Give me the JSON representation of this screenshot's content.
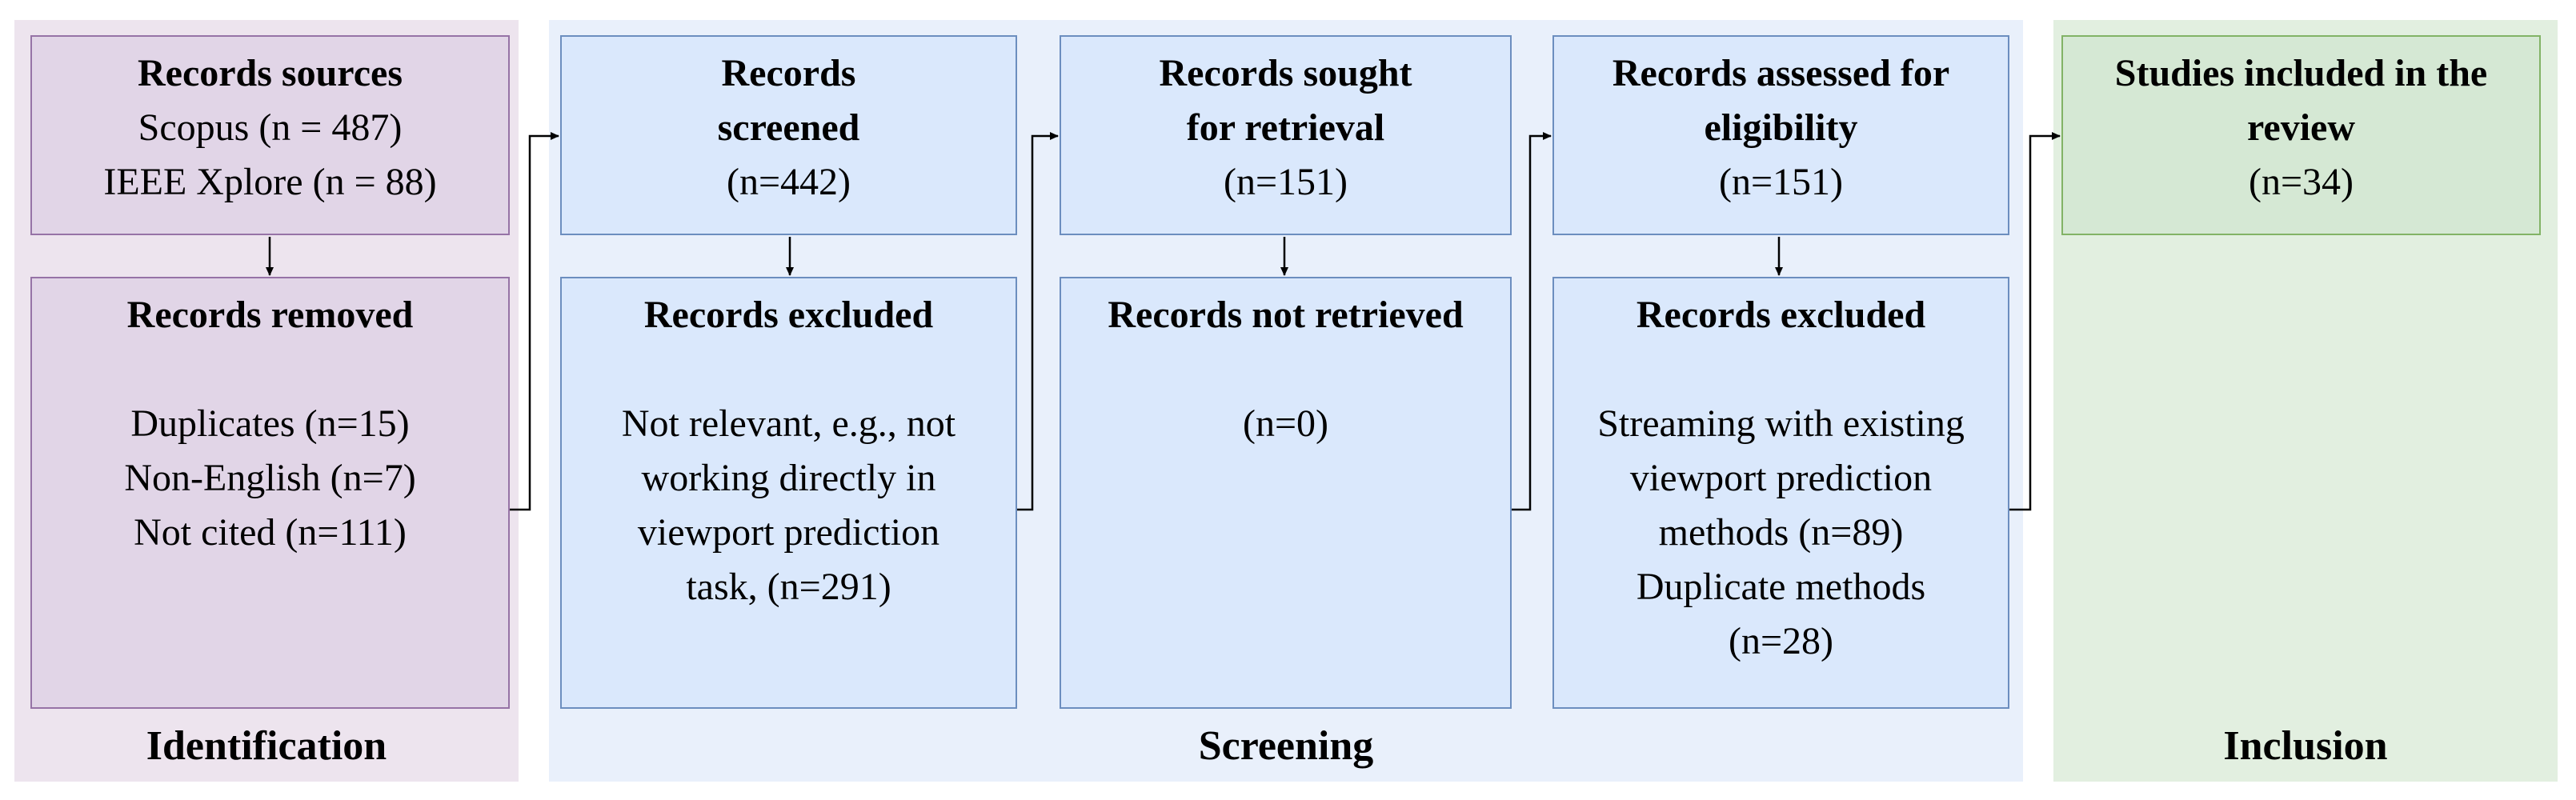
{
  "colors": {
    "identification_bg": "#ede4ee",
    "screening_bg": "#e9f0fb",
    "inclusion_bg": "#e2efe0",
    "purple_box": "#e1d5e7",
    "purple_border": "#9673a6",
    "blue_box": "#dae8fc",
    "blue_border": "#6c8ebf",
    "green_box": "#d5e8d4",
    "green_border": "#82b366",
    "connector": "#000000"
  },
  "sections": {
    "identification": {
      "label": "Identification"
    },
    "screening": {
      "label": "Screening"
    },
    "inclusion": {
      "label": "Inclusion"
    }
  },
  "boxes": {
    "records_sources": {
      "title": "Records sources",
      "lines": [
        "Scopus  (n = 487)",
        "IEEE Xplore (n = 88)"
      ]
    },
    "records_removed": {
      "title": "Records removed",
      "lines": [
        "Duplicates (n=15)",
        "Non-English (n=7)",
        "Not cited (n=111)"
      ]
    },
    "records_screened": {
      "title_lines": [
        "Records",
        "screened"
      ],
      "lines": [
        "(n=442)"
      ]
    },
    "records_excluded_screening": {
      "title": "Records excluded",
      "lines": [
        "Not relevant, e.g., not",
        "working directly in",
        "viewport prediction",
        "task, (n=291)"
      ]
    },
    "records_sought": {
      "title_lines": [
        "Records sought",
        "for retrieval"
      ],
      "lines": [
        "(n=151)"
      ]
    },
    "records_not_retrieved": {
      "title": "Records not retrieved",
      "lines": [
        "(n=0)"
      ]
    },
    "records_assessed": {
      "title_lines": [
        "Records assessed for",
        "eligibility"
      ],
      "lines": [
        "(n=151)"
      ]
    },
    "records_excluded_eligibility": {
      "title": "Records excluded",
      "lines": [
        "Streaming with existing",
        "viewport prediction",
        "methods (n=89)",
        "Duplicate methods",
        "(n=28)"
      ]
    },
    "studies_included": {
      "title_lines": [
        "Studies included in the",
        "review"
      ],
      "lines": [
        "(n=34)"
      ]
    }
  }
}
